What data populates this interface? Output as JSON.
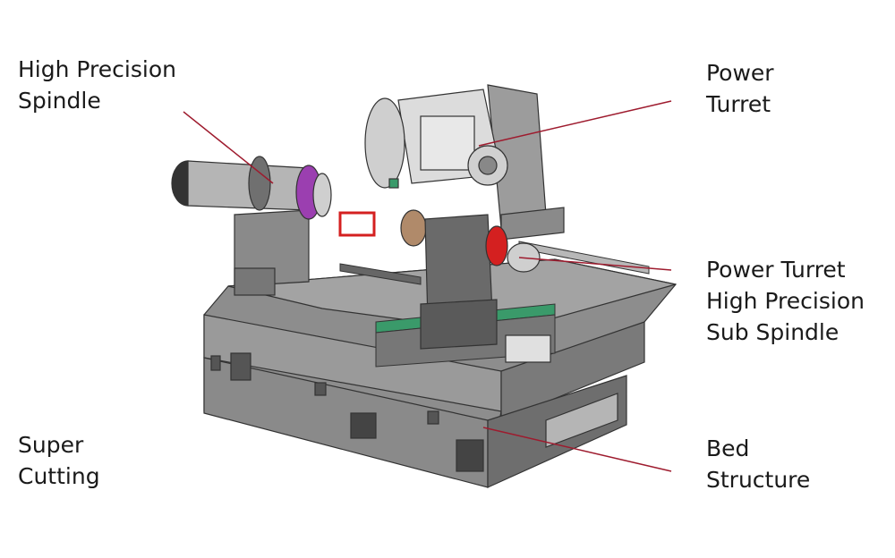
{
  "colors": {
    "leader": "#9e1b2e",
    "metal": "#8a8a8a",
    "dark_metal": "#4f4f4f",
    "accent_purple": "#9b3fb0",
    "accent_red": "#d42020",
    "accent_green": "#3a9a6a"
  },
  "labels": {
    "spindle": [
      "High Precision",
      "Spindle"
    ],
    "turret": [
      "Power",
      "Turret"
    ],
    "sub_spindle": [
      "Power Turret",
      "High Precision",
      "Sub Spindle"
    ],
    "cutting": [
      "Super",
      "Cutting"
    ],
    "bed": [
      "Bed",
      "Structure"
    ]
  }
}
